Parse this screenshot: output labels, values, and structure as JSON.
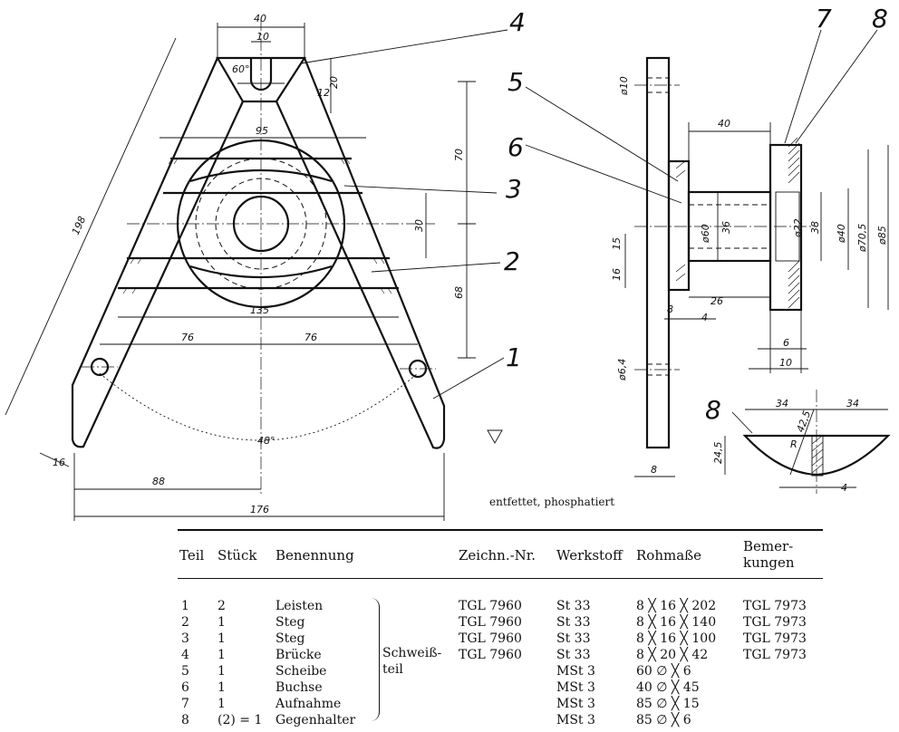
{
  "callouts": [
    "1",
    "2",
    "3",
    "4",
    "5",
    "6",
    "7",
    "8"
  ],
  "front_view": {
    "dims": {
      "top_width": "40",
      "slot_width": "10",
      "angle_top": "60°",
      "height_20": "20",
      "chamfer_12": "12",
      "length_198": "198",
      "width_95": "95",
      "height_70": "70",
      "height_30": "30",
      "height_68": "68",
      "width_135": "135",
      "half_76_left": "76",
      "half_76_right": "76",
      "angle_48": "48°",
      "width_16": "16",
      "width_88": "88",
      "width_176": "176"
    }
  },
  "side_view": {
    "dims": {
      "dia_10": "ø10",
      "width_40": "40",
      "dia_60": "ø60",
      "dim_36": "36",
      "dia_22": "ø22",
      "dim_38": "38",
      "dia_40": "ø40",
      "dia_70_5": "ø70,5",
      "dia_85": "ø85",
      "dim_15": "15",
      "dim_16": "16",
      "dim_26": "26",
      "dim_8": "8",
      "dim_4": "4",
      "dim_6": "6",
      "dim_10": "10",
      "dia_6_4": "ø6,4",
      "dim_8_bottom": "8"
    }
  },
  "detail_view": {
    "dims": {
      "left_34": "34",
      "right_34": "34",
      "radius": "R",
      "radius_value": "42,5",
      "height_24_5": "24,5",
      "thickness_4": "4"
    }
  },
  "surface_note": "entfettet, phosphatiert",
  "table": {
    "headers": {
      "teil": "Teil",
      "stueck": "Stück",
      "benennung": "Benennung",
      "zeichn": "Zeichn.-Nr.",
      "werkstoff": "Werkstoff",
      "rohmasse": "Rohmaße",
      "bemerkungen_1": "Bemer-",
      "bemerkungen_2": "kungen"
    },
    "group_label_1": "Schweiß-",
    "group_label_2": "teil",
    "rows": [
      {
        "teil": "1",
        "stueck": "2",
        "benennung": "Leisten",
        "zeichn": "TGL 7960",
        "werkstoff": "St 33",
        "rohmasse": "8 ╳ 16 ╳ 202",
        "bemerkungen": "TGL 7973"
      },
      {
        "teil": "2",
        "stueck": "1",
        "benennung": "Steg",
        "zeichn": "TGL 7960",
        "werkstoff": "St 33",
        "rohmasse": "8 ╳ 16 ╳ 140",
        "bemerkungen": "TGL 7973"
      },
      {
        "teil": "3",
        "stueck": "1",
        "benennung": "Steg",
        "zeichn": "TGL 7960",
        "werkstoff": "St 33",
        "rohmasse": "8 ╳ 16 ╳ 100",
        "bemerkungen": "TGL 7973"
      },
      {
        "teil": "4",
        "stueck": "1",
        "benennung": "Brücke",
        "zeichn": "TGL 7960",
        "werkstoff": "St 33",
        "rohmasse": "8 ╳ 20 ╳ 42",
        "bemerkungen": "TGL 7973"
      },
      {
        "teil": "5",
        "stueck": "1",
        "benennung": "Scheibe",
        "zeichn": "",
        "werkstoff": "MSt 3",
        "rohmasse": "60 ∅ ╳ 6",
        "bemerkungen": ""
      },
      {
        "teil": "6",
        "stueck": "1",
        "benennung": "Buchse",
        "zeichn": "",
        "werkstoff": "MSt 3",
        "rohmasse": "40 ∅ ╳ 45",
        "bemerkungen": ""
      },
      {
        "teil": "7",
        "stueck": "1",
        "benennung": "Aufnahme",
        "zeichn": "",
        "werkstoff": "MSt 3",
        "rohmasse": "85 ∅ ╳ 15",
        "bemerkungen": ""
      },
      {
        "teil": "8",
        "stueck": "(2) = 1",
        "benennung": "Gegenhalter",
        "zeichn": "",
        "werkstoff": "MSt 3",
        "rohmasse": "85 ∅ ╳ 6",
        "bemerkungen": ""
      }
    ]
  }
}
